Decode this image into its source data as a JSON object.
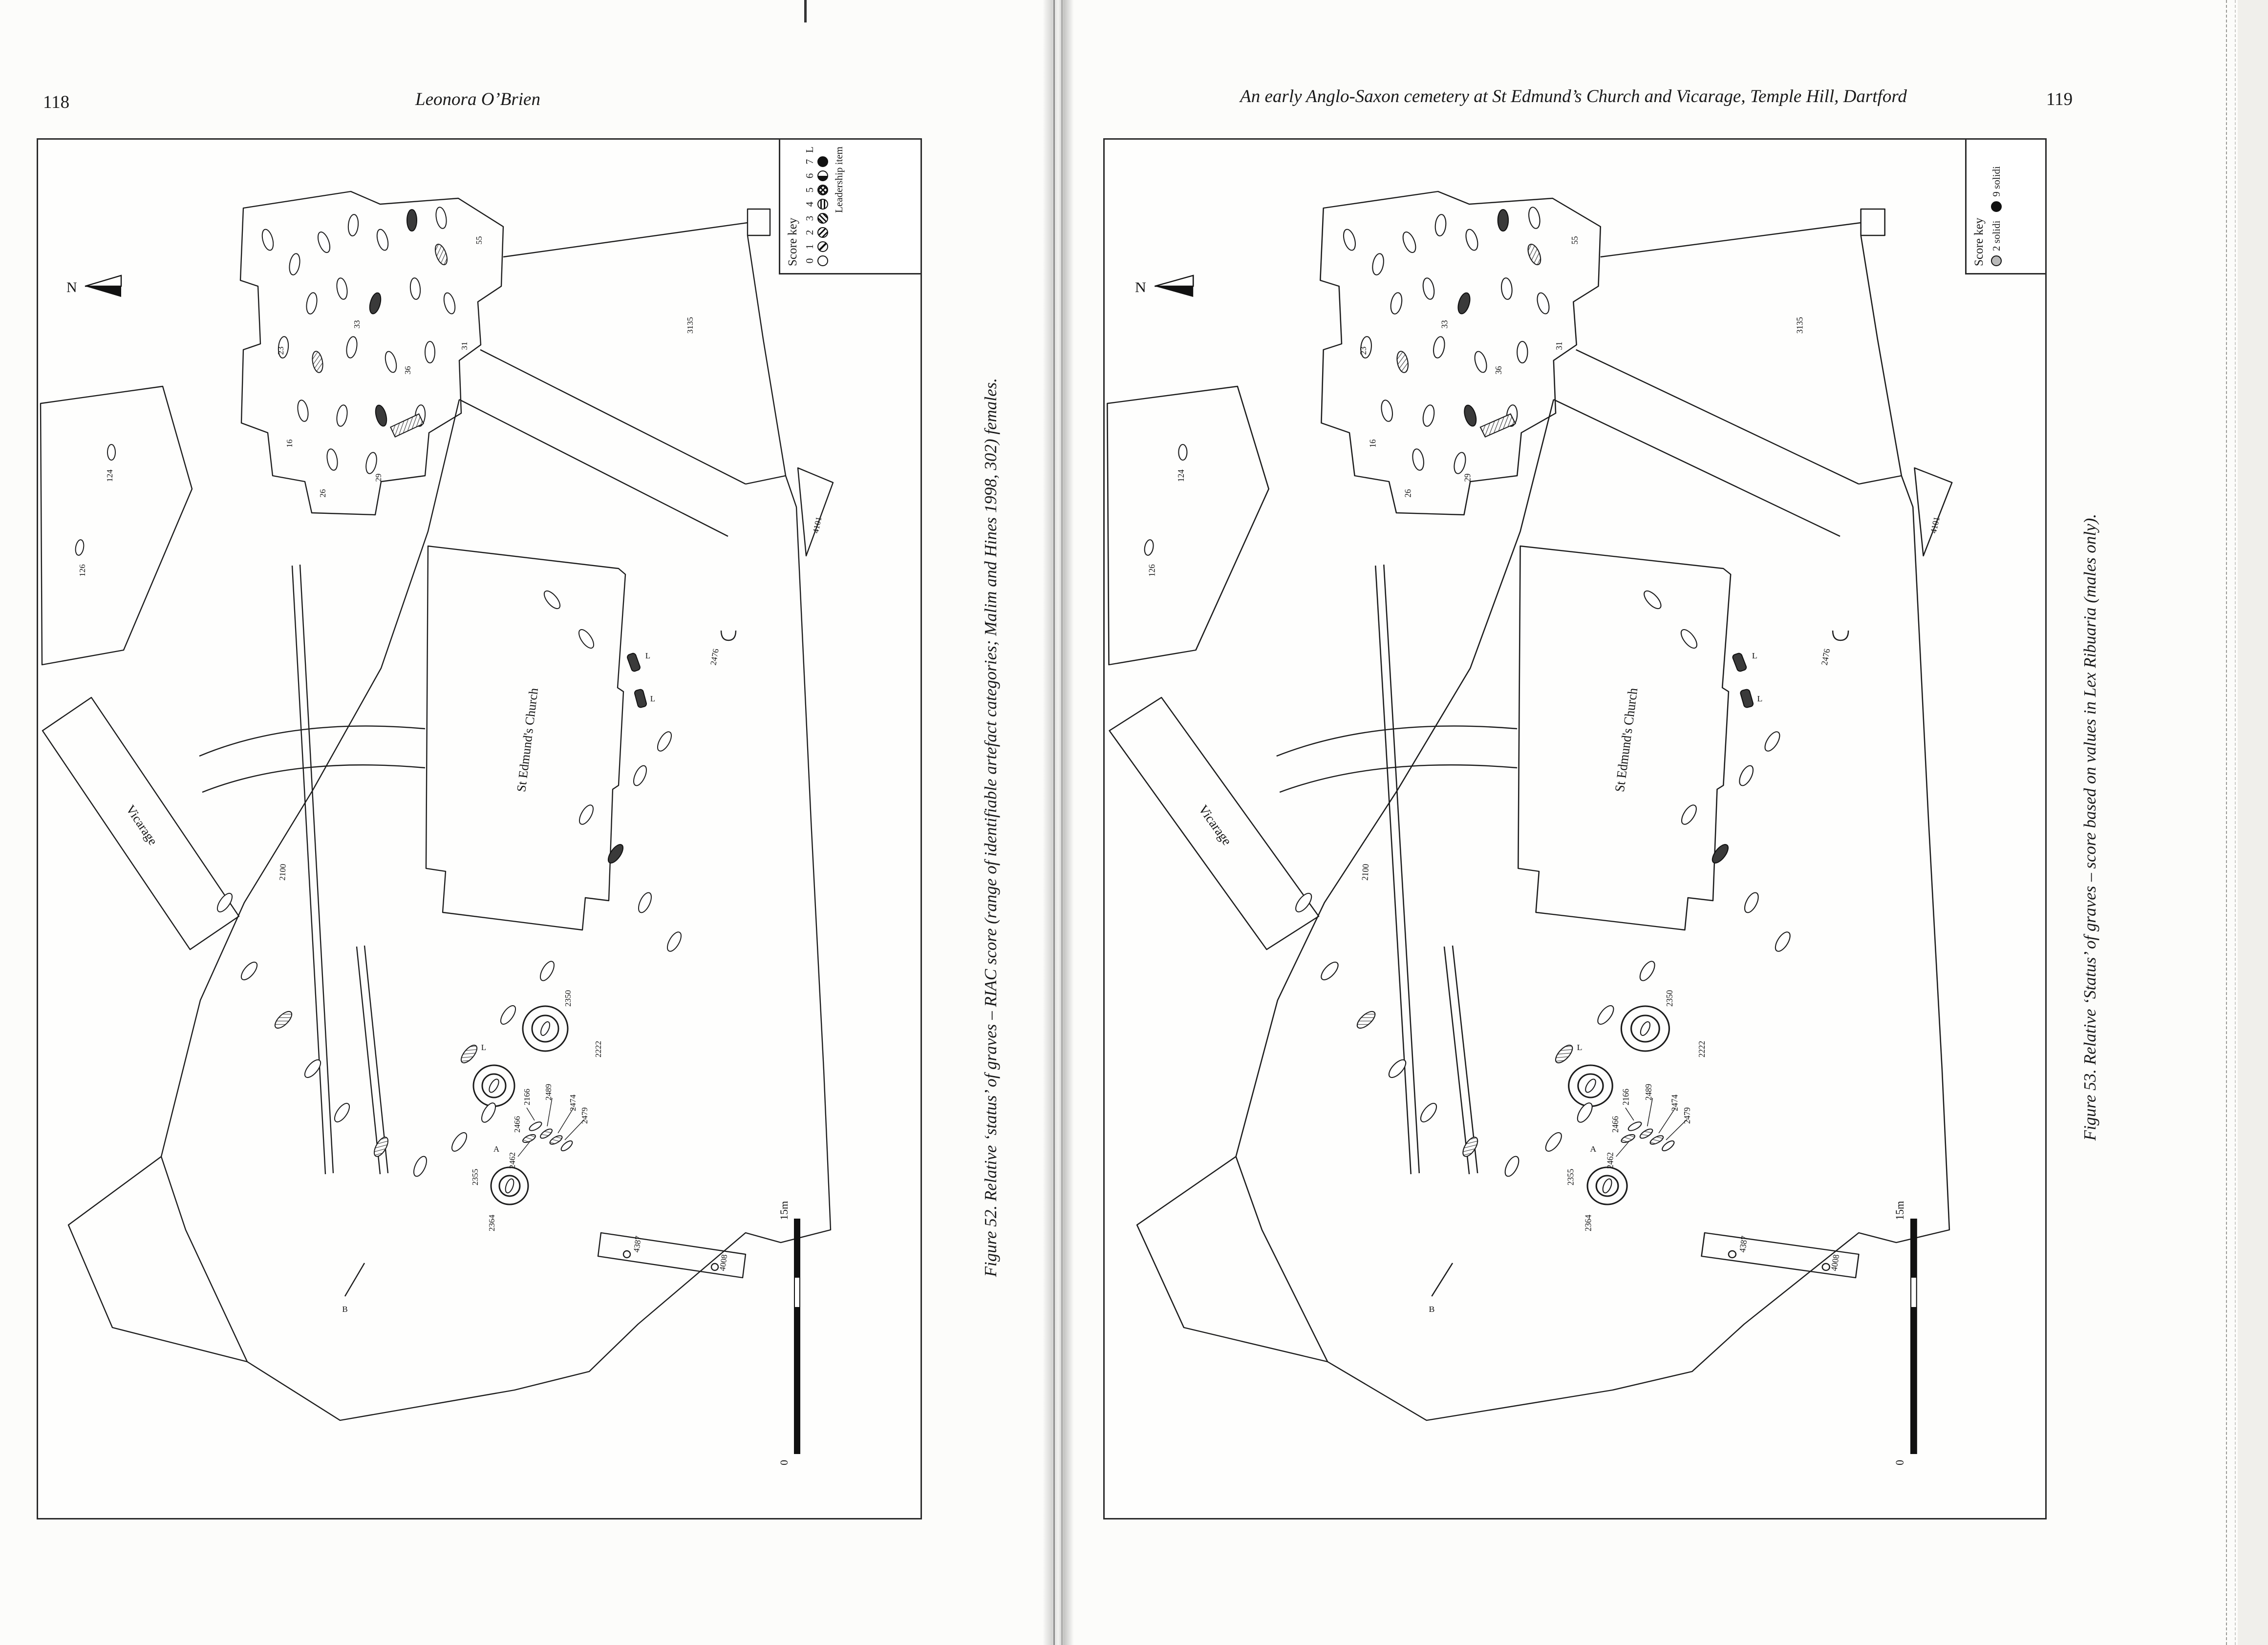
{
  "left_page": {
    "page_number": "118",
    "header": "Leonora O’Brien",
    "caption": "Figure 52. Relative ‘status’ of graves – RIAC score (range of identifiable artefact categories; Malim and Hines 1998, 302) females.",
    "score_key": {
      "title": "Score key",
      "entries": [
        {
          "label": "0"
        },
        {
          "label": "1"
        },
        {
          "label": "2"
        },
        {
          "label": "3"
        },
        {
          "label": "4"
        },
        {
          "label": "5"
        },
        {
          "label": "6"
        },
        {
          "label": "7"
        },
        {
          "label": "L"
        }
      ],
      "leadership_label": "Leadership item"
    }
  },
  "right_page": {
    "page_number": "119",
    "header": "An early Anglo-Saxon cemetery at St Edmund’s Church and Vicarage, Temple Hill, Dartford",
    "caption": "Figure 53. Relative ‘Status’ of graves – score based on values in Lex Ribuaria (males only).",
    "score_key": {
      "title": "Score key",
      "entries": [
        {
          "label": "2 solidi"
        },
        {
          "label": "9 solidi"
        }
      ]
    }
  },
  "plan": {
    "north_label": "N",
    "church_label": "St Edmund's Church",
    "vicarage_label": "Vicarage",
    "scale_start": "0",
    "scale_end": "15m",
    "labels": [
      {
        "t": "3135"
      },
      {
        "t": "4101"
      },
      {
        "t": "2476"
      },
      {
        "t": "2350"
      },
      {
        "t": "2222"
      },
      {
        "t": "2355"
      },
      {
        "t": "2364"
      },
      {
        "t": "2166"
      },
      {
        "t": "2466"
      },
      {
        "t": "2489"
      },
      {
        "t": "2474"
      },
      {
        "t": "2479"
      },
      {
        "t": "2462"
      },
      {
        "t": "4387"
      },
      {
        "t": "4008"
      },
      {
        "t": "2100"
      },
      {
        "t": "L"
      },
      {
        "t": "L"
      },
      {
        "t": "L"
      },
      {
        "t": "16"
      },
      {
        "t": "33"
      },
      {
        "t": "55"
      },
      {
        "t": "26"
      },
      {
        "t": "31"
      },
      {
        "t": "36"
      },
      {
        "t": "23"
      },
      {
        "t": "29"
      },
      {
        "t": "124"
      },
      {
        "t": "126"
      },
      {
        "t": "A"
      },
      {
        "t": "B"
      }
    ]
  }
}
